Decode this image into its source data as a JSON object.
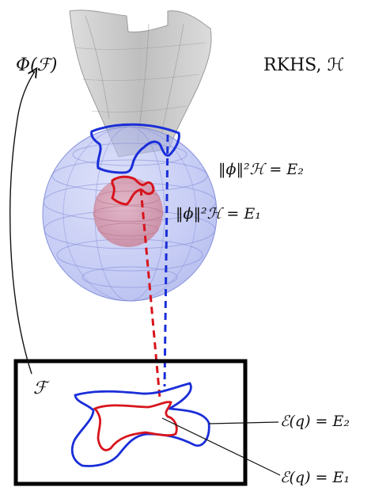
{
  "labels": {
    "feature_map": "Φ(ℱ)",
    "rkhs": "RKHS, ℋ",
    "norm_level_e2": "‖ϕ‖²ℋ = E₂",
    "norm_level_e1": "‖ϕ‖²ℋ = E₁",
    "input_space": "ℱ",
    "energy_level_e2": "ℰ(q) = E₂",
    "energy_level_e1": "ℰ(q) = E₁"
  },
  "colors": {
    "high_level": "#1a2ed8",
    "low_level": "#d8141c",
    "sphere_fill": "#9aa6ec",
    "inner_sphere": "#d6889a",
    "feature_surface": "#b9b9b9",
    "frame": "#000000"
  }
}
